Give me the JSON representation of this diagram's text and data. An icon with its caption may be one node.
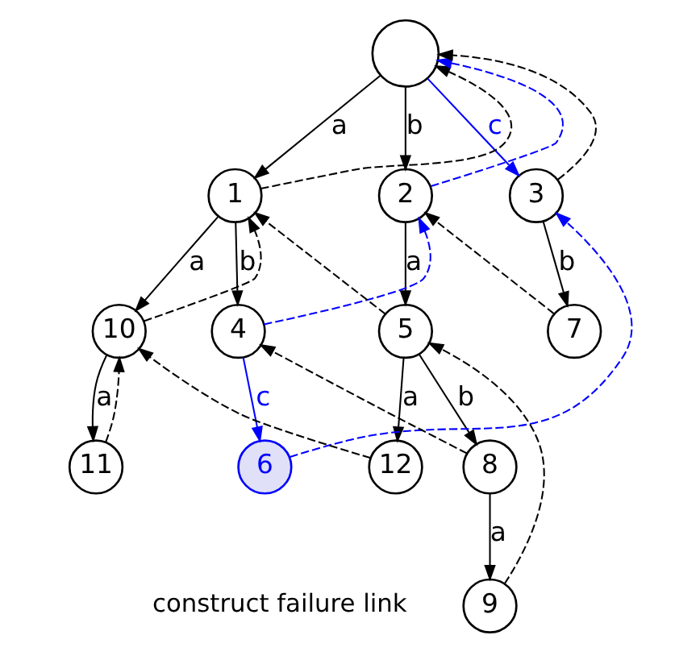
{
  "diagram": {
    "nodes": [
      {
        "text": [],
        "shape": "circle"
      },
      {
        "text": [
          "1"
        ]
      },
      {
        "text": [
          "2"
        ]
      },
      {
        "text": [
          "3"
        ]
      },
      {
        "text": [
          "10"
        ]
      },
      {
        "text": [
          "4"
        ]
      },
      {
        "text": [
          "5"
        ]
      },
      {
        "text": [
          "7"
        ]
      },
      {
        "text": [
          "11"
        ]
      },
      {
        "text": [
          "6"
        ]
      },
      {
        "text": [
          "12"
        ]
      },
      {
        "text": [
          "8"
        ]
      },
      {
        "text": [
          "9"
        ]
      }
    ],
    "edges": [
      {
        "from": 0,
        "to": 1,
        "arrow": "to",
        "label": "a"
      },
      {
        "from": 0,
        "to": 2,
        "arrow": "to",
        "label": "b"
      },
      {
        "from": 0,
        "to": 3,
        "arrow": "to",
        "label": "c",
        "color": "#0000ff"
      },
      {
        "from": 1,
        "to": 4,
        "arrow": "to",
        "label": "a"
      },
      {
        "from": 1,
        "to": 5,
        "arrow": "to",
        "label": "b"
      },
      {
        "from": 2,
        "to": 6,
        "arrow": "to",
        "label": "a"
      },
      {
        "from": 3,
        "to": 7,
        "arrow": "to",
        "label": "b"
      },
      {
        "from": 4,
        "to": 8,
        "arrow": "to",
        "label": "a"
      },
      {
        "from": 5,
        "to": 9,
        "arrow": "to",
        "label": "c",
        "color": "#0000ff"
      },
      {
        "from": 6,
        "to": 10,
        "arrow": "to",
        "label": "a"
      },
      {
        "from": 6,
        "to": 11,
        "arrow": "to",
        "label": "b"
      },
      {
        "from": 11,
        "to": 12,
        "arrow": "to",
        "label": "a"
      },
      {
        "from": 1,
        "to": 0,
        "arrow": "to",
        "style": "dashed"
      },
      {
        "from": 2,
        "to": 0,
        "arrow": "to",
        "style": "dashed",
        "color": "#0000ff"
      },
      {
        "from": 3,
        "to": 0,
        "arrow": "to",
        "style": "dashed"
      },
      {
        "from": 4,
        "to": 1,
        "arrow": "to",
        "style": "dashed"
      },
      {
        "from": 5,
        "to": 2,
        "arrow": "to",
        "style": "dashed",
        "color": "#0000ff"
      },
      {
        "from": 6,
        "to": 1,
        "arrow": "to",
        "style": "dashed"
      },
      {
        "from": 7,
        "to": 2,
        "arrow": "to",
        "style": "dashed"
      },
      {
        "from": 8,
        "to": 4,
        "arrow": "to",
        "style": "dashed"
      },
      {
        "from": 9,
        "to": 3,
        "arrow": "to",
        "style": "dashed",
        "color": "#0000ff"
      },
      {
        "from": 10,
        "to": 4,
        "arrow": "to",
        "style": "dashed"
      },
      {
        "from": 11,
        "to": 5,
        "arrow": "to",
        "style": "dashed"
      },
      {
        "from": 12,
        "to": 6,
        "arrow": "to",
        "style": "dashed"
      }
    ],
    "labels": [
      "construct failure link"
    ]
  }
}
